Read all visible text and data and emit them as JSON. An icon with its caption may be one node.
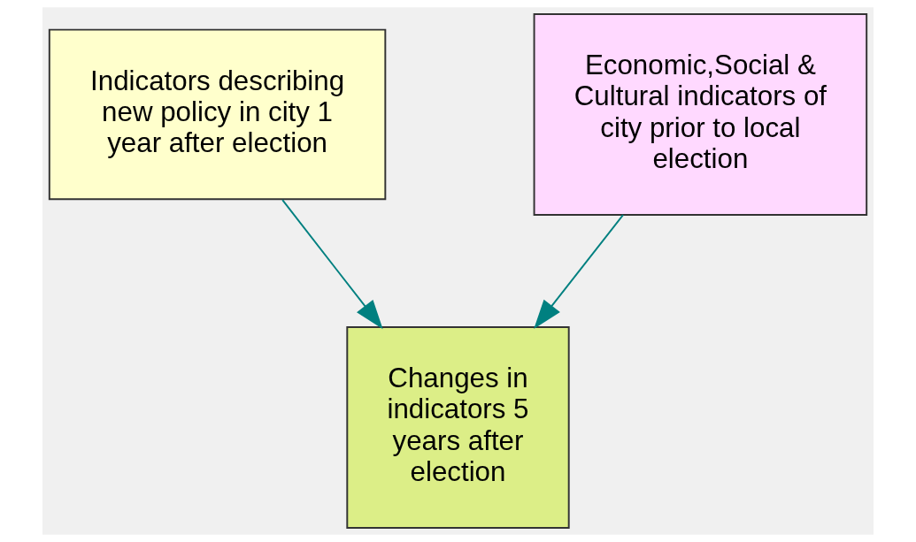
{
  "diagram": {
    "nodes": [
      {
        "text": [
          "Indicators describing new policy in city 1 year after election"
        ]
      },
      {
        "text": [
          "Economic,Social & Cultural indicators of city prior to local election"
        ]
      },
      {
        "text": [
          "Changes in indicators 5 years after election"
        ]
      }
    ],
    "edges": [
      {
        "from": 0,
        "to": 2,
        "arrow": "to"
      },
      {
        "from": 1,
        "to": 2,
        "arrow": "to"
      }
    ]
  }
}
